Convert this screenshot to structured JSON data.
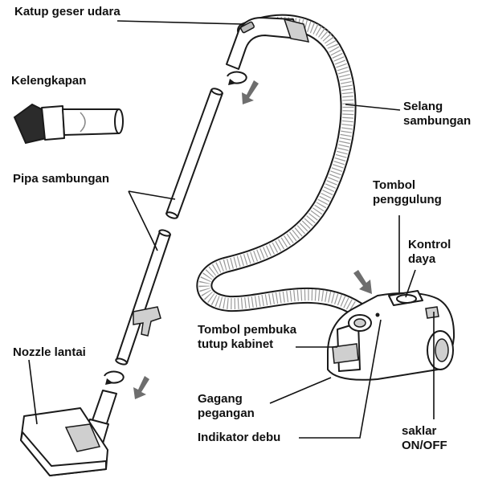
{
  "labels": {
    "katup": "Katup geser udara",
    "kelengkapan": "Kelengkapan",
    "selang_1": "Selang",
    "selang_2": "sambungan",
    "pipa": "Pipa sambungan",
    "tombol_penggulung_1": "Tombol",
    "tombol_penggulung_2": "penggulung",
    "kontrol_1": "Kontrol",
    "kontrol_2": "daya",
    "pembuka_1": "Tombol pembuka",
    "pembuka_2": "tutup kabinet",
    "nozzle": "Nozzle lantai",
    "gagang_1": "Gagang",
    "gagang_2": "pegangan",
    "indikator": "Indikator debu",
    "saklar_1": "saklar",
    "saklar_2": "ON/OFF"
  }
}
